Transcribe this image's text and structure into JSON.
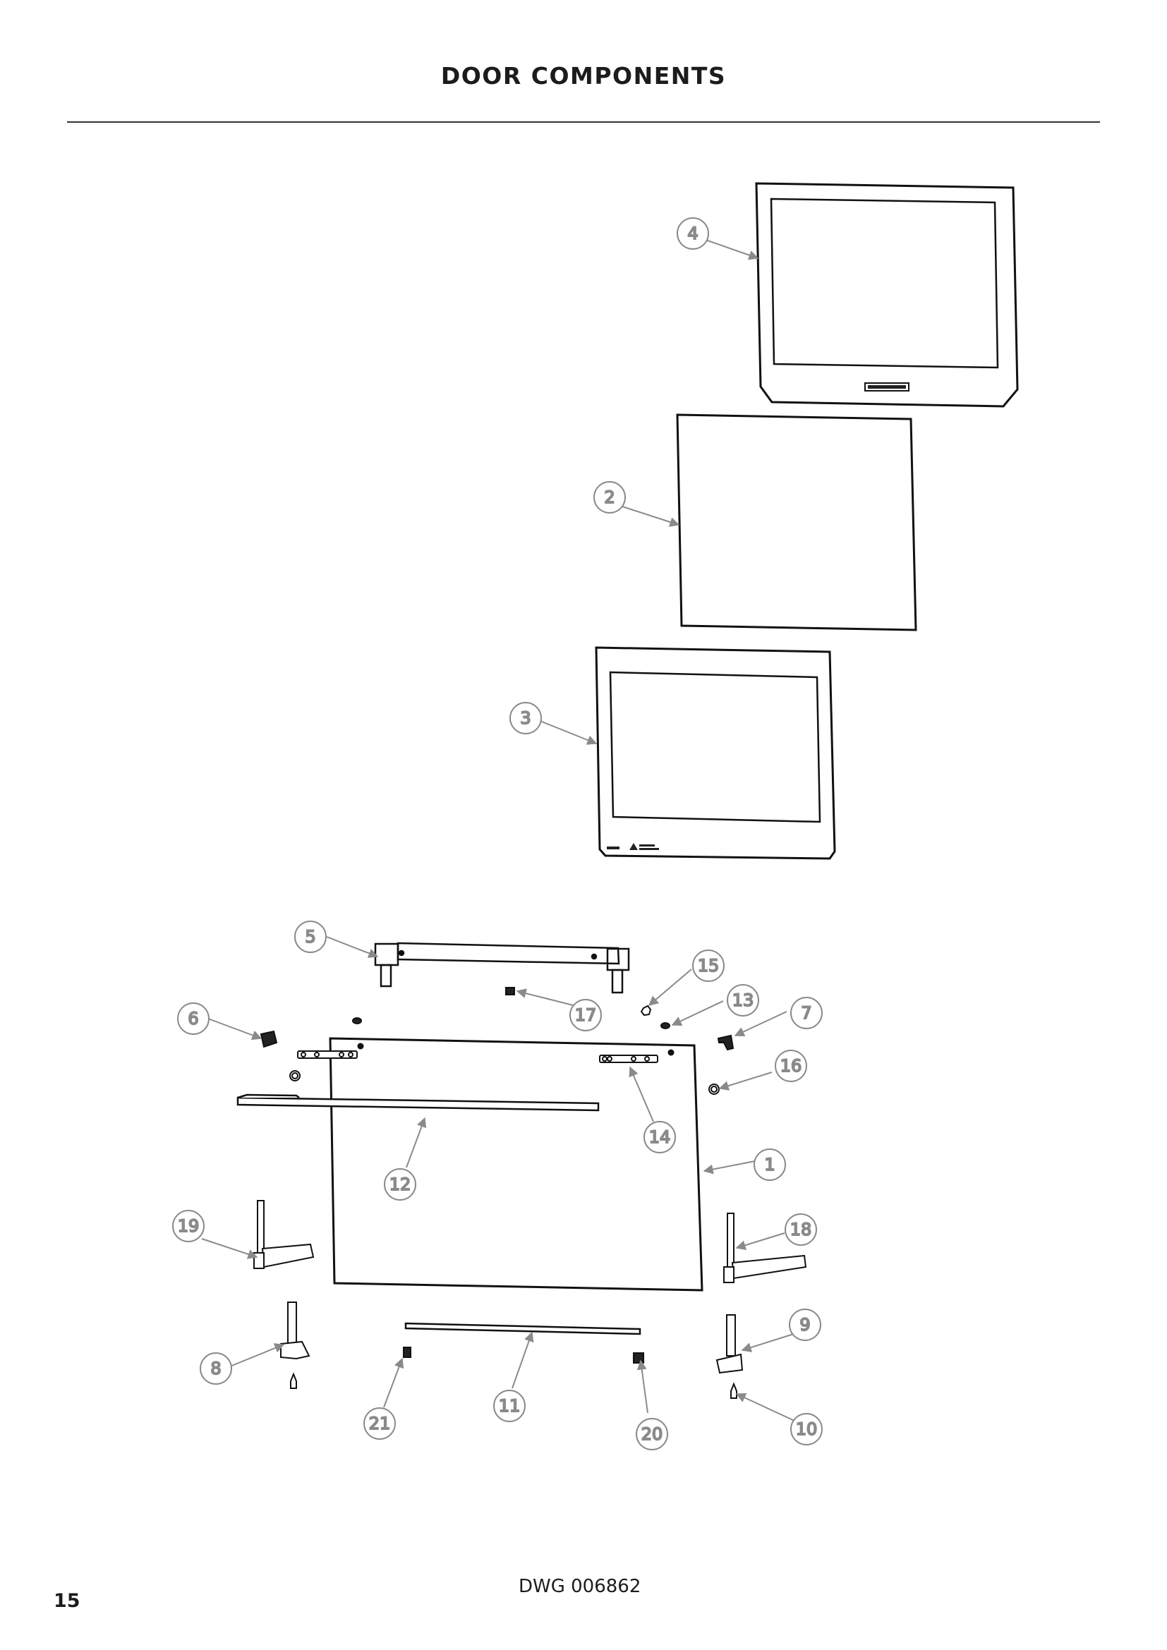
{
  "header": {
    "title": "DOOR COMPONENTS"
  },
  "footer": {
    "drawing_number": "DWG 006862",
    "page_number": "15"
  },
  "colors": {
    "line": "#111111",
    "balloon": "#8a8a8a",
    "rule": "#333333"
  },
  "balloons": [
    {
      "id": "1",
      "label": "1"
    },
    {
      "id": "2",
      "label": "2"
    },
    {
      "id": "3",
      "label": "3"
    },
    {
      "id": "4",
      "label": "4"
    },
    {
      "id": "5",
      "label": "5"
    },
    {
      "id": "6",
      "label": "6"
    },
    {
      "id": "7",
      "label": "7"
    },
    {
      "id": "8",
      "label": "8"
    },
    {
      "id": "9",
      "label": "9"
    },
    {
      "id": "10",
      "label": "10"
    },
    {
      "id": "11",
      "label": "11"
    },
    {
      "id": "12",
      "label": "12"
    },
    {
      "id": "13",
      "label": "13"
    },
    {
      "id": "14",
      "label": "14"
    },
    {
      "id": "15",
      "label": "15"
    },
    {
      "id": "16",
      "label": "16"
    },
    {
      "id": "17",
      "label": "17"
    },
    {
      "id": "18",
      "label": "18"
    },
    {
      "id": "19",
      "label": "19"
    },
    {
      "id": "20",
      "label": "20"
    },
    {
      "id": "21",
      "label": "21"
    }
  ],
  "components": {
    "outer_glass_frame": {
      "callout": "4"
    },
    "middle_glass": {
      "callout": "2"
    },
    "inner_glass_frame": {
      "callout": "3"
    },
    "door_panel": {
      "callout": "1"
    },
    "top_trim": {
      "callout": "5"
    },
    "handle": {
      "callout": "12"
    },
    "bottom_trim": {
      "callout": "11"
    }
  }
}
